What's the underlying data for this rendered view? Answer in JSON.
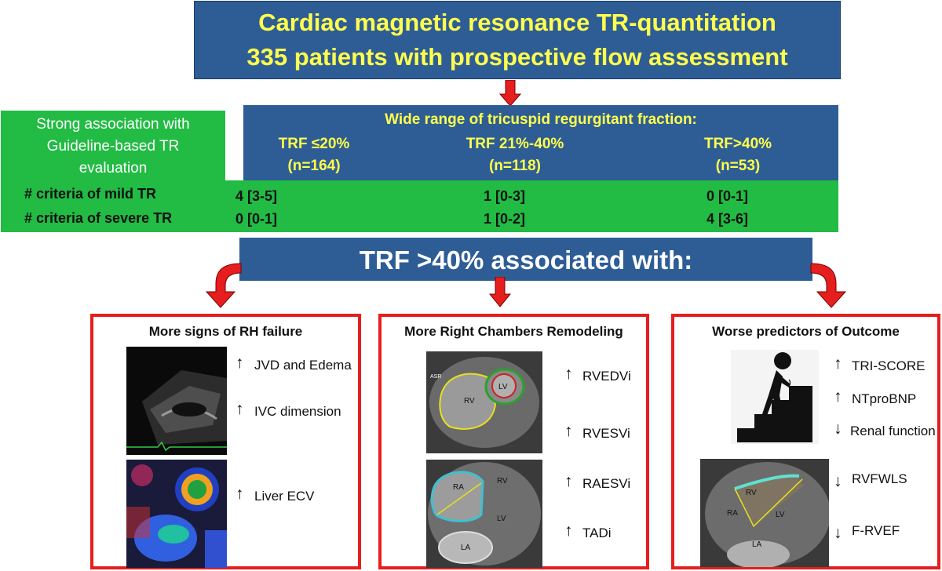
{
  "header": {
    "line1": "Cardiac magnetic resonance TR-quantitation",
    "line2": "335 patients with prospective flow assessment"
  },
  "range": {
    "heading": "Wide range of tricuspid regurgitant fraction:",
    "groups": [
      {
        "label": "TRF ≤20%",
        "n": "(n=164)"
      },
      {
        "label": "TRF 21%-40%",
        "n": "(n=118)"
      },
      {
        "label": "TRF>40%",
        "n": "(n=53)"
      }
    ]
  },
  "association": {
    "line1": "Strong association with",
    "line2": "Guideline-based TR",
    "line3": "evaluation"
  },
  "criteria": {
    "mild_label": "# criteria of mild TR",
    "severe_label": "# criteria of severe TR",
    "mild_values": [
      "4 [3-5]",
      "1 [0-3]",
      "0 [0-1]"
    ],
    "severe_values": [
      "0 [0-1]",
      "1 [0-2]",
      "4 [3-6]"
    ]
  },
  "trf_banner": "TRF >40% associated with:",
  "panels": {
    "left": {
      "title": "More signs of RH failure",
      "items": [
        {
          "dir": "↑",
          "text": "JVD and Edema"
        },
        {
          "dir": "↑",
          "text": "IVC dimension"
        },
        {
          "dir": "↑",
          "text": "Liver ECV"
        }
      ]
    },
    "middle": {
      "title": "More Right Chambers Remodeling",
      "items": [
        {
          "dir": "↑",
          "text": "RVEDVi"
        },
        {
          "dir": "↑",
          "text": "RVESVi"
        },
        {
          "dir": "↑",
          "text": "RAESVi"
        },
        {
          "dir": "↑",
          "text": "TADi"
        }
      ],
      "image_labels": {
        "rv": "RV",
        "lv": "LV",
        "ra": "RA",
        "la": "LA",
        "asr": "ASR"
      }
    },
    "right": {
      "title": "Worse predictors of Outcome",
      "items": [
        {
          "dir": "↑",
          "text": "TRI-SCORE"
        },
        {
          "dir": "↑",
          "text": "NTproBNP"
        },
        {
          "dir": "↓",
          "text": "Renal function"
        },
        {
          "dir": "↓",
          "text": "RVFWLS"
        },
        {
          "dir": "↓",
          "text": "F-RVEF"
        }
      ],
      "image_labels": {
        "rv": "RV",
        "ra": "RA",
        "lv": "LV",
        "la": "LA"
      }
    }
  },
  "colors": {
    "banner_blue": "#2e5d96",
    "banner_text": "#ffff4d",
    "green": "#22bb44",
    "panel_border": "#e51e1e",
    "arrow_red": "#e51e1e"
  }
}
